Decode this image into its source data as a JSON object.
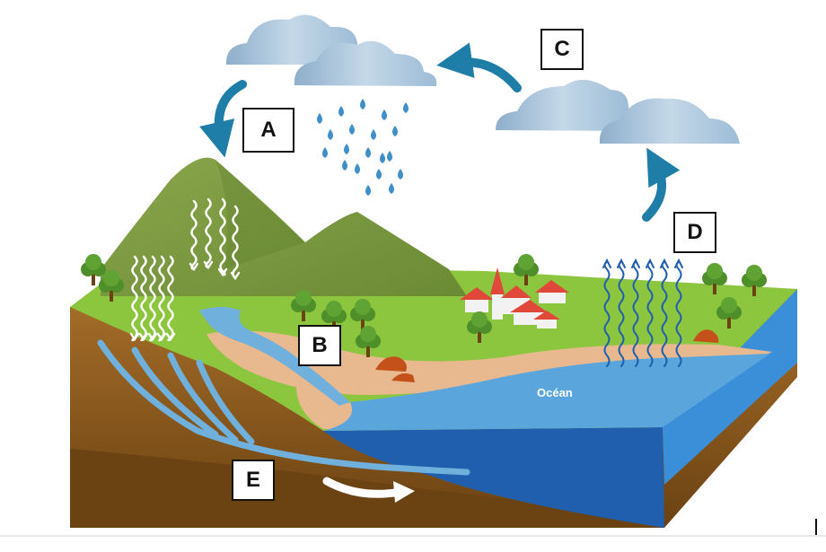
{
  "labels": {
    "a": "A",
    "b": "B",
    "c": "C",
    "d": "D",
    "e": "E"
  },
  "ocean_label": "Océan",
  "colors": {
    "sky_cloud": "#9dbcd6",
    "rain": "#3f8fc8",
    "arrow": "#1f7ea8",
    "grass": "#8cc63f",
    "mountain": "#7a9a3e",
    "ocean": "#5aa6dc",
    "ocean_deep": "#1f5fae",
    "soil": "#8a5a1e",
    "sand": "#e8b88f"
  },
  "icons": {
    "cloud": "cloud-icon",
    "raindrop": "raindrop-icon",
    "tree": "tree-icon",
    "house": "house-icon",
    "church": "church-icon",
    "rock": "rock-icon"
  }
}
